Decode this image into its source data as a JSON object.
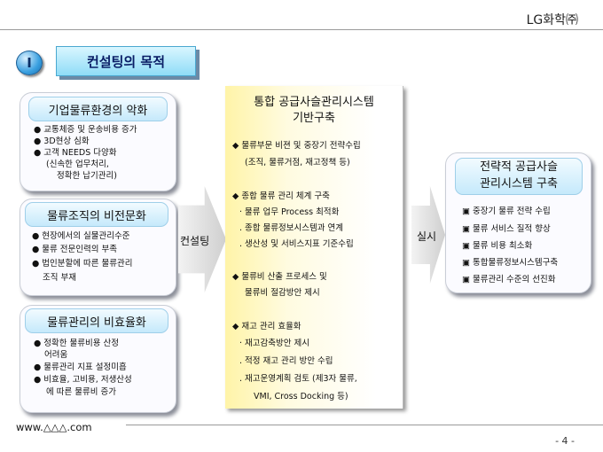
{
  "header": {
    "company": "LG화학㈜"
  },
  "section": {
    "number": "I",
    "title": "컨설팅의 목적"
  },
  "left_boxes": [
    {
      "title": "기업물류환경의 악화",
      "lines": [
        "● 교통체증 및 운송비용 증가",
        "● 3D현상 심화",
        "● 고객 NEEDS 다양화",
        "(신속한 업무처리,",
        "정확한 납기관리)"
      ]
    },
    {
      "title": "물류조직의 비전문화",
      "lines": [
        "● 현장에서의 실물관리수준",
        "● 물류 전문인력의 부족",
        "● 법인분할에 따른 물류관리",
        "조직 부재"
      ]
    },
    {
      "title": "물류관리의 비효율화",
      "lines": [
        "● 정확한 물류비용 산정",
        "어려움",
        "● 물류관리 지표 설정미흡",
        "● 비효율, 고비용, 저생산성",
        "에 따른 물류비 증가"
      ]
    }
  ],
  "arrows": {
    "left_label": "컨설팅",
    "right_label": "실시"
  },
  "center": {
    "title_line1": "통합 공급사슬관리시스템",
    "title_line2": "기반구축",
    "lines": [
      "◆ 물류부문 비젼 및 중장기 전략수립",
      "(조직, 물류거점, 재고정책 등)",
      "◆ 종합 물류 관리 체계 구축",
      "· 물류 업무 Process 최적화",
      ". 종합 물류정보시스템과 연계",
      ". 생산성 및 서비스지표 기준수립",
      "◆ 물류비 산출 프로세스 및",
      "물류비 절감방안 제시",
      "◆ 재고 관리 효율화",
      "· 재고감축방안 제시",
      ". 적정 재고 관리 방안 수립",
      ". 재고운영계획 검토 (제3자 물류,",
      "VMI, Cross Docking 등)"
    ]
  },
  "right_box": {
    "title_line1": "전략적 공급사슬",
    "title_line2": "관리시스템 구축",
    "items": [
      "▣ 중장기 물류 전략 수립",
      "▣ 물류 서비스 질적 향상",
      "▣ 물류 비용 최소화",
      "▣ 통합물류정보시스템구축",
      "▣ 물류관리 수준의 선진화"
    ]
  },
  "footer": {
    "website": "www.△△△.com",
    "page": "- 4 -"
  }
}
